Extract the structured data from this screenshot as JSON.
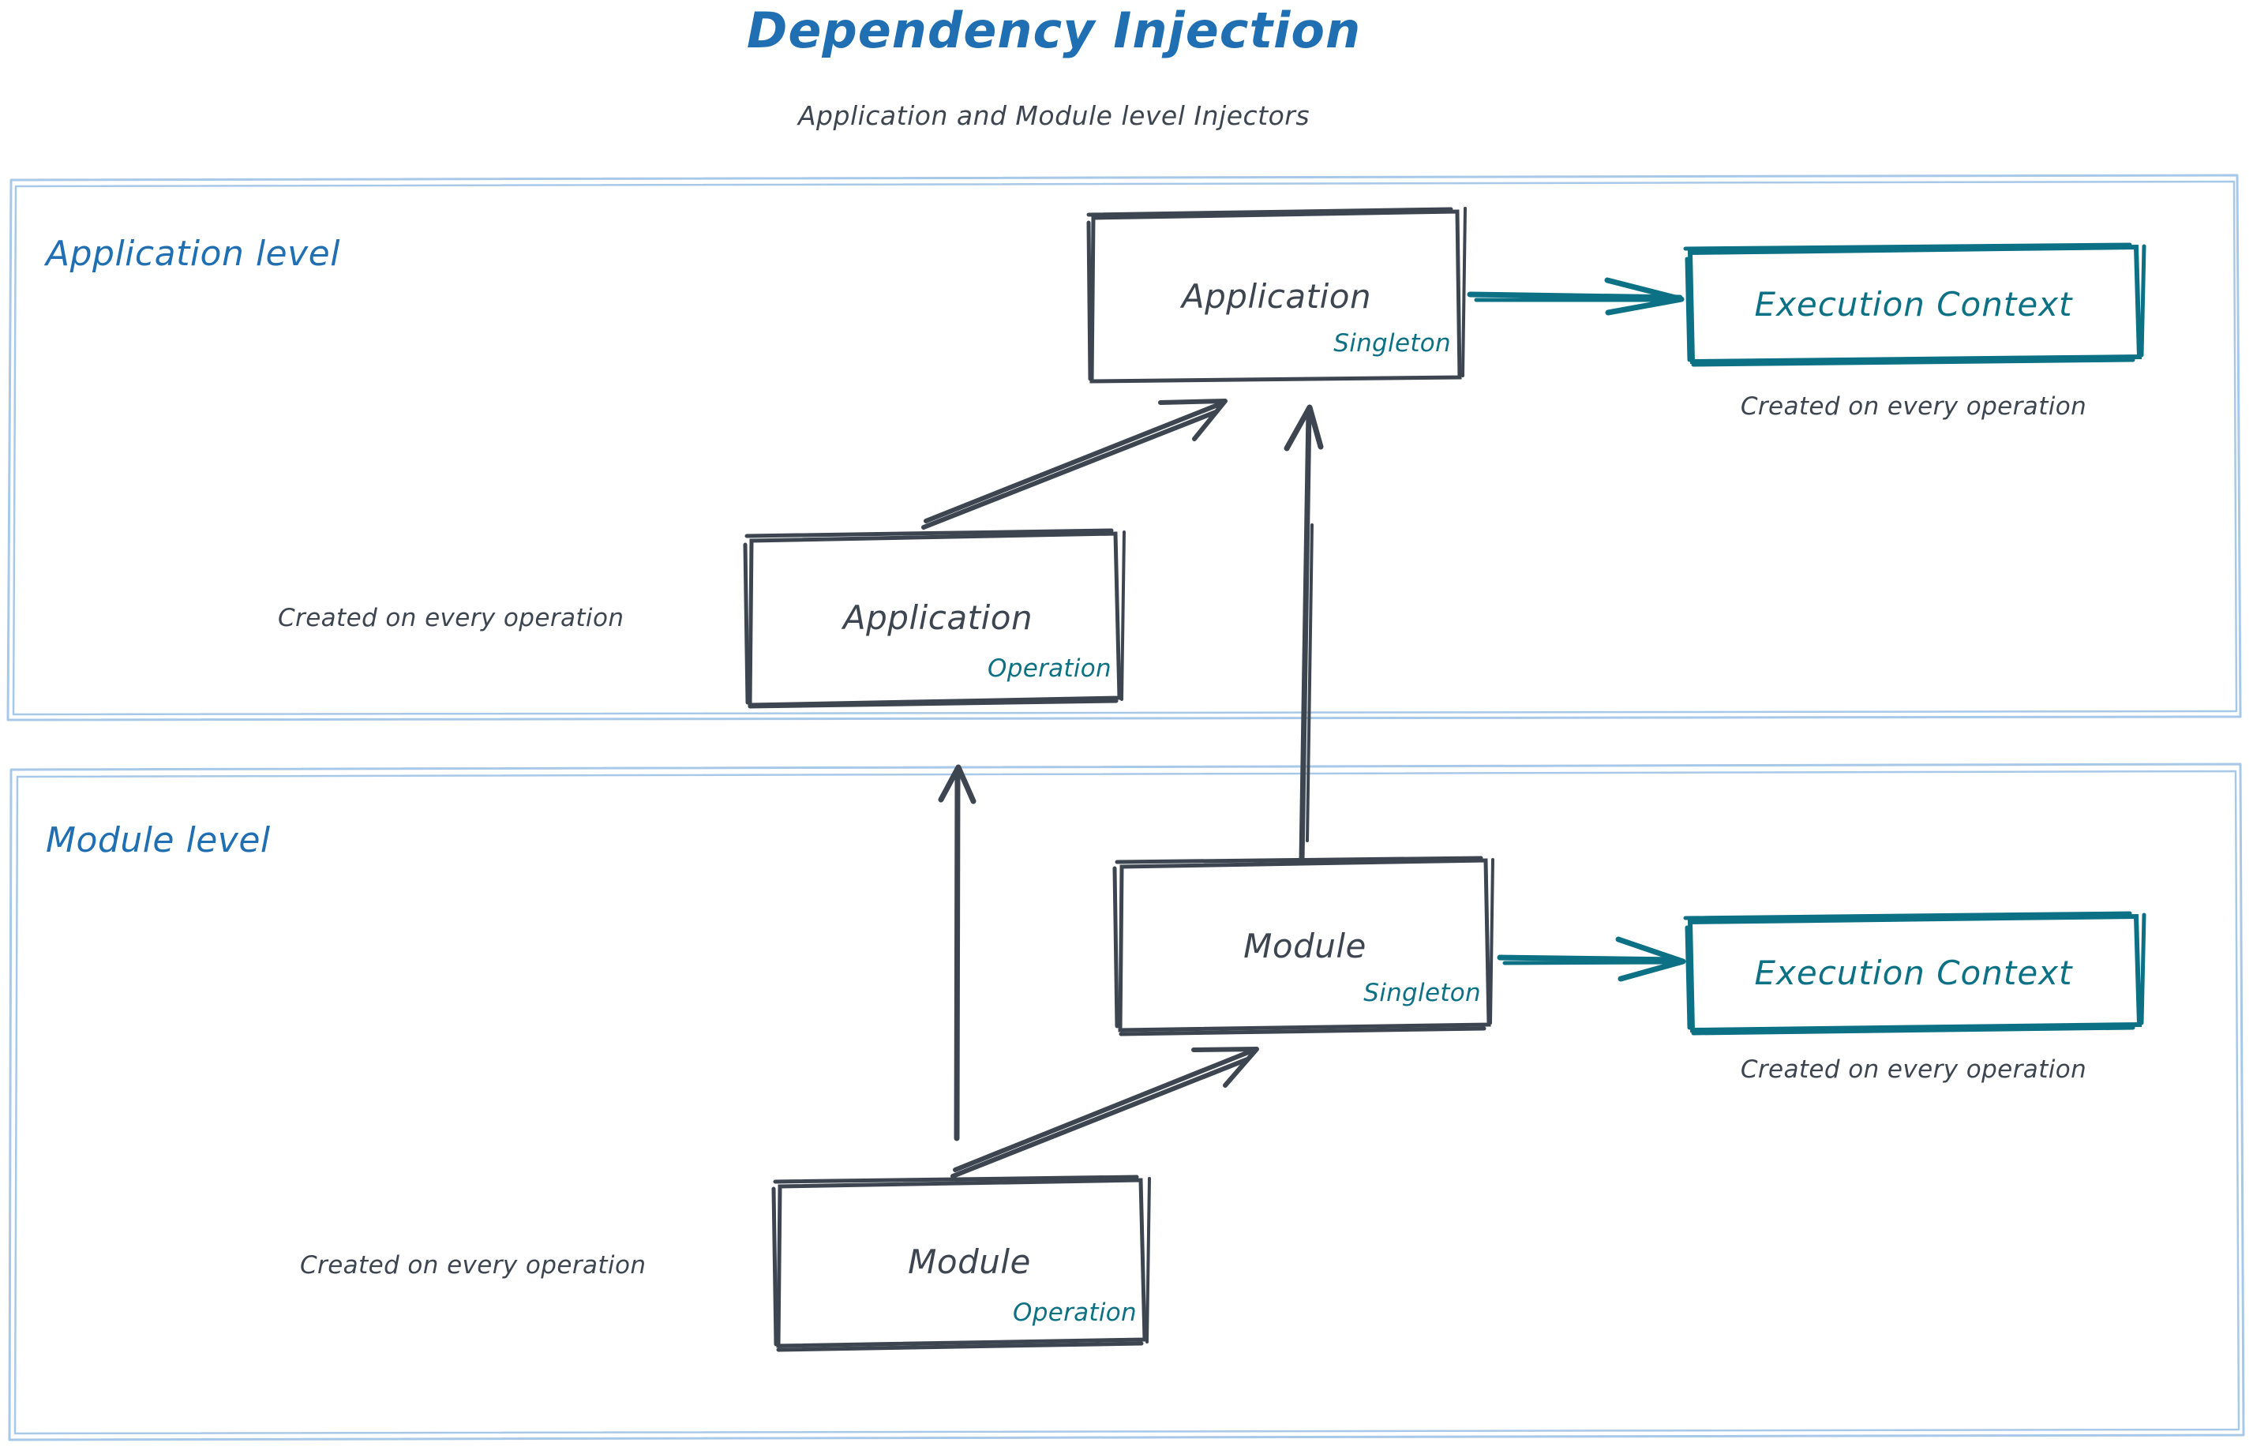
{
  "header": {
    "title": "Dependency Injection",
    "subtitle": "Application and Module level Injectors"
  },
  "colors": {
    "title_blue": "#1f6fb2",
    "container_border": "#a8c8e8",
    "node_stroke": "#3d4650",
    "node_text": "#3d4650",
    "accent_teal": "#0d7186",
    "note_text": "#3d4650",
    "background": "#ffffff"
  },
  "sections": [
    {
      "id": "application-level",
      "label": "Application level",
      "nodes": [
        {
          "id": "application-singleton",
          "title": "Application",
          "badge": "Singleton",
          "style": "slate"
        },
        {
          "id": "execution-context-app",
          "title": "Execution Context",
          "badge": "",
          "style": "teal",
          "note": "Created on every operation"
        },
        {
          "id": "application-operation",
          "title": "Application",
          "badge": "Operation",
          "style": "slate",
          "note": "Created on every operation"
        }
      ]
    },
    {
      "id": "module-level",
      "label": "Module level",
      "nodes": [
        {
          "id": "module-singleton",
          "title": "Module",
          "badge": "Singleton",
          "style": "slate"
        },
        {
          "id": "execution-context-module",
          "title": "Execution Context",
          "badge": "",
          "style": "teal",
          "note": "Created on every operation"
        },
        {
          "id": "module-operation",
          "title": "Module",
          "badge": "Operation",
          "style": "slate",
          "note": "Created on every operation"
        }
      ]
    }
  ],
  "notes": {
    "app_ctx_note": "Created on every operation",
    "app_op_note": "Created on every operation",
    "mod_ctx_note": "Created on every operation",
    "mod_op_note": "Created on every operation"
  },
  "edges": [
    {
      "id": "app-singleton-to-exec-ctx",
      "from": "application-singleton",
      "to": "execution-context-app",
      "color": "teal",
      "direction": "right"
    },
    {
      "id": "app-operation-to-app-singleton",
      "from": "application-operation",
      "to": "application-singleton",
      "color": "slate",
      "direction": "up-right"
    },
    {
      "id": "module-singleton-to-app-singleton",
      "from": "module-singleton",
      "to": "application-singleton",
      "color": "slate",
      "direction": "up"
    },
    {
      "id": "module-singleton-to-exec-ctx",
      "from": "module-singleton",
      "to": "execution-context-module",
      "color": "teal",
      "direction": "right"
    },
    {
      "id": "module-operation-to-module-singleton",
      "from": "module-operation",
      "to": "module-singleton",
      "color": "slate",
      "direction": "up-right"
    },
    {
      "id": "module-operation-to-app-operation",
      "from": "module-operation",
      "to": "application-operation",
      "color": "slate",
      "direction": "up"
    }
  ]
}
